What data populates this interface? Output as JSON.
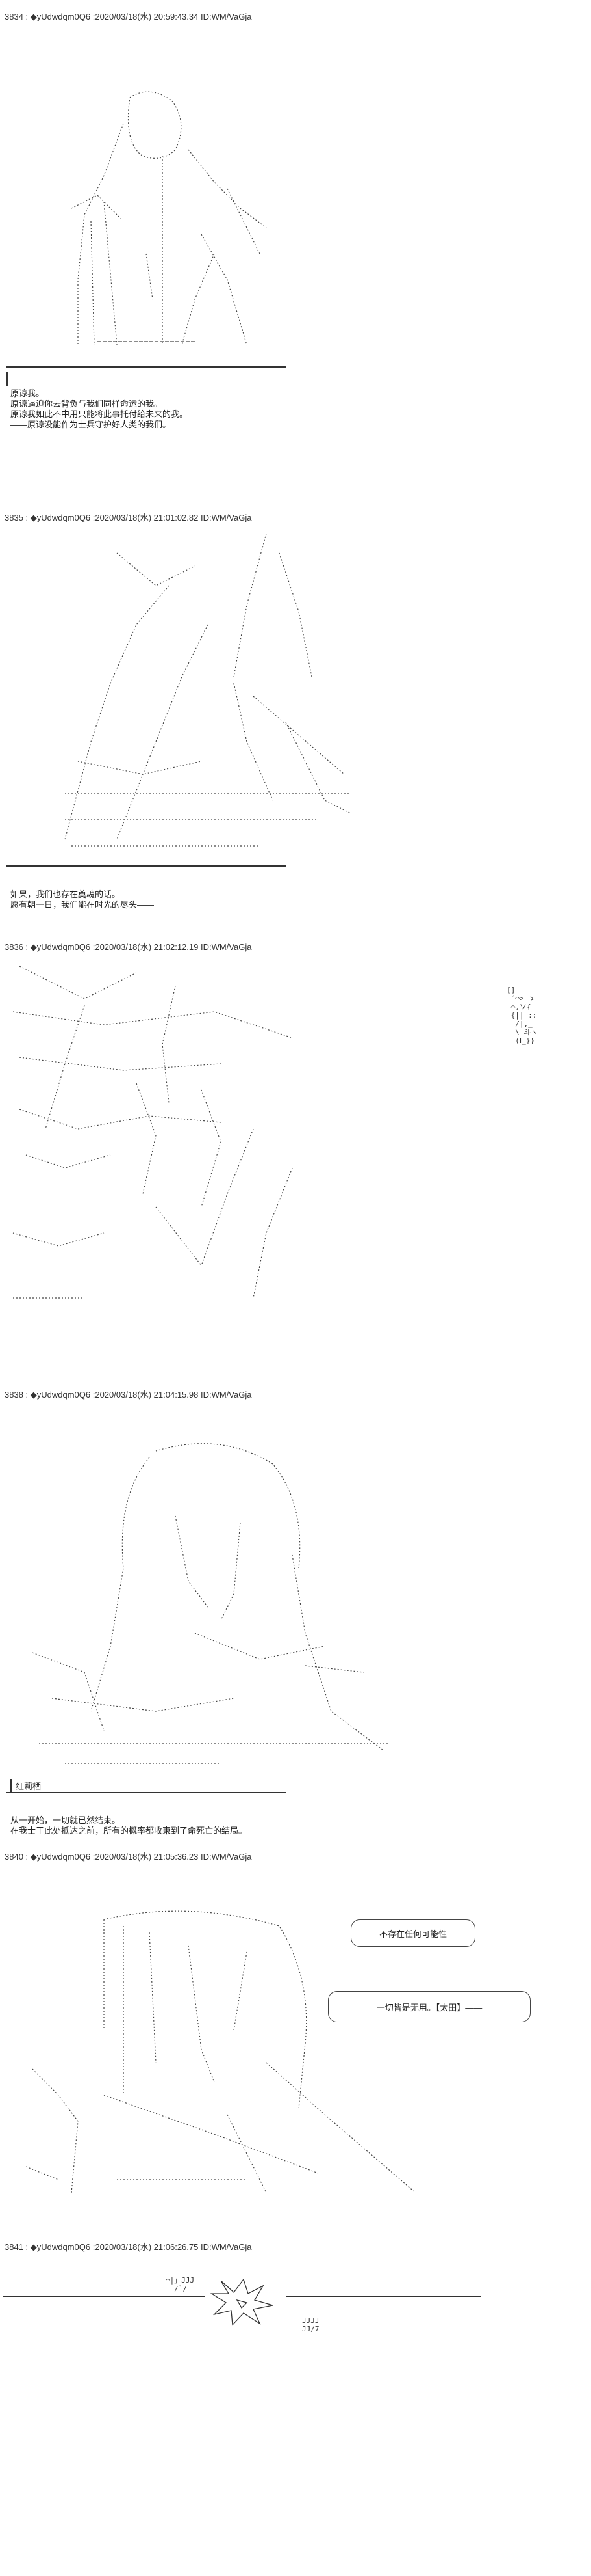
{
  "posts": [
    {
      "header": "3834 : ◆yUdwdqm0Q6 :2020/03/18(水) 20:59:43.34 ID:WM/VaGja",
      "lines": [
        "原谅我。",
        "原谅逼迫你去背负与我们同样命运的我。",
        "原谅我如此不中用只能将此事托付给未来的我。",
        "——原谅没能作为士兵守护好人类的我们。"
      ]
    },
    {
      "header": "3835 : ◆yUdwdqm0Q6 :2020/03/18(水) 21:01:02.82 ID:WM/VaGja",
      "lines": [
        "如果，我们也存在奠魂的话。",
        "愿有朝一日，我们能在时光的尽头——"
      ]
    },
    {
      "header": "3836 : ◆yUdwdqm0Q6 :2020/03/18(水) 21:02:12.19 ID:WM/VaGja",
      "lines": []
    },
    {
      "header": "3838 : ◆yUdwdqm0Q6 :2020/03/18(水) 21:04:15.98 ID:WM/VaGja",
      "label": "红莉栖",
      "lines": [
        "从一开始，一切就已然结束。",
        "在我士于此处抵达之前，所有的概率都收束到了命死亡的结局。"
      ]
    },
    {
      "header": "3840 : ◆yUdwdqm0Q6 :2020/03/18(水) 21:05:36.23 ID:WM/VaGja",
      "bubbles": [
        "不存在任何可能性",
        "一切皆是无用。【太田】——"
      ]
    },
    {
      "header": "3841 : ◆yUdwdqm0Q6 :2020/03/18(水) 21:06:26.75 ID:WM/VaGja",
      "lines": []
    }
  ],
  "aa_fragments": {
    "p3836_right": "[]\n ´⌒> ゝ\n ⌒,ソ{\n {|| ::\n  /|,_\n  \\ 斗ヽ\n  (Ⅰ_}}",
    "p3841_top": "⌒|」JJJ\n  /`/",
    "p3841_bottom": "JJJJ\nJJ/7"
  },
  "colors": {
    "ink": "#333333",
    "background": "#ffffff"
  }
}
